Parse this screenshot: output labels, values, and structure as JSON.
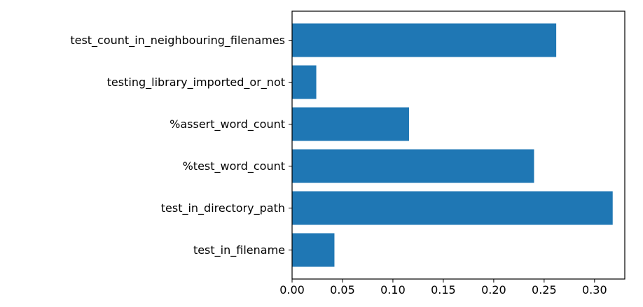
{
  "chart_data": {
    "type": "bar",
    "orientation": "horizontal",
    "categories": [
      "test_in_filename",
      "test_in_directory_path",
      "%test_word_count",
      "%assert_word_count",
      "testing_library_imported_or_not",
      "test_count_in_neighbouring_filenames"
    ],
    "values": [
      0.042,
      0.318,
      0.24,
      0.116,
      0.024,
      0.262
    ],
    "xlim": [
      0.0,
      0.33
    ],
    "xticks": [
      0.0,
      0.05,
      0.1,
      0.15,
      0.2,
      0.25,
      0.3
    ],
    "xtick_labels": [
      "0.00",
      "0.05",
      "0.10",
      "0.15",
      "0.20",
      "0.25",
      "0.30"
    ],
    "title": "",
    "xlabel": "",
    "ylabel": "",
    "grid": false,
    "bar_color": "#1f77b4"
  }
}
